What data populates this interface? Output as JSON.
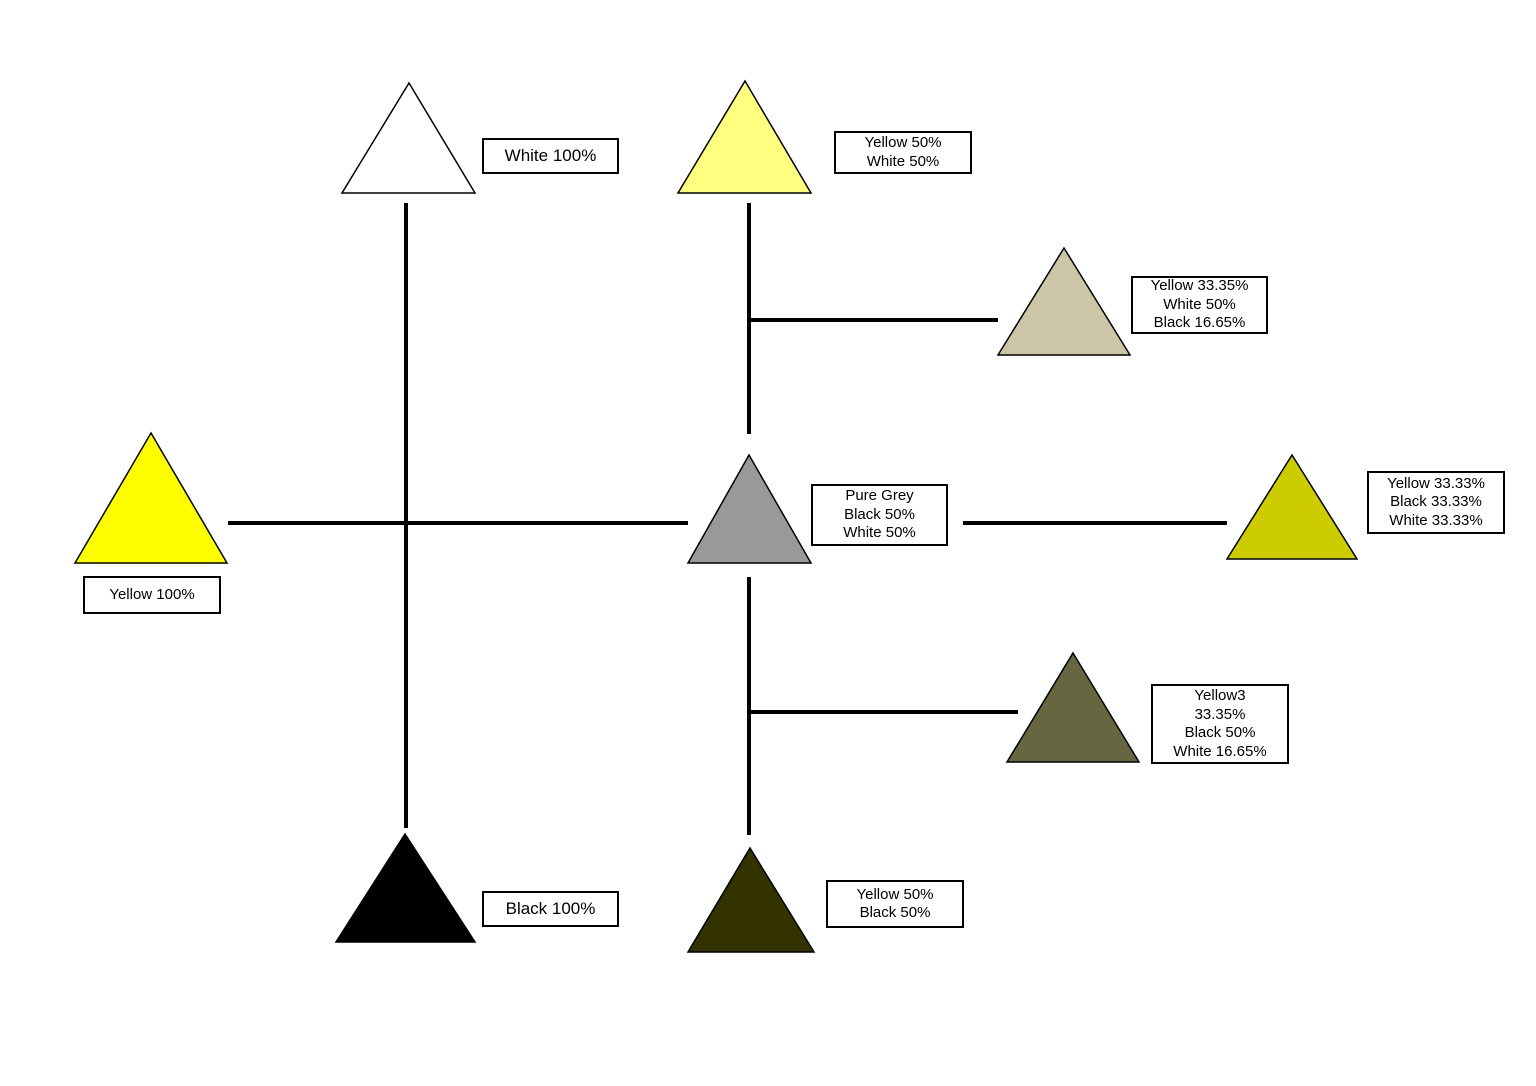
{
  "labels": {
    "white": [
      "White 100%"
    ],
    "yellow_white": [
      "Yellow 50%",
      "White 50%"
    ],
    "light_mix": [
      "Yellow 33.35%",
      "White 50%",
      "Black 16.65%"
    ],
    "yellow": [
      "Yellow 100%"
    ],
    "grey": [
      "Pure Grey",
      "Black 50%",
      "White 50%"
    ],
    "thirds": [
      "Yellow 33.33%",
      "Black 33.33%",
      "White 33.33%"
    ],
    "dark_mix": [
      "Yellow3",
      "33.35%",
      "Black 50%",
      "White 16.65%"
    ],
    "black": [
      "Black 100%"
    ],
    "yellow_black": [
      "Yellow 50%",
      "Black 50%"
    ]
  },
  "colors": {
    "white": "#ffffff",
    "yellow_white": "#ffff80",
    "light_mix": "#ccc5a6",
    "yellow": "#ffff00",
    "grey": "#999999",
    "thirds": "#cccc00",
    "dark_mix": "#666641",
    "black": "#000000",
    "yellow_black": "#333300"
  }
}
